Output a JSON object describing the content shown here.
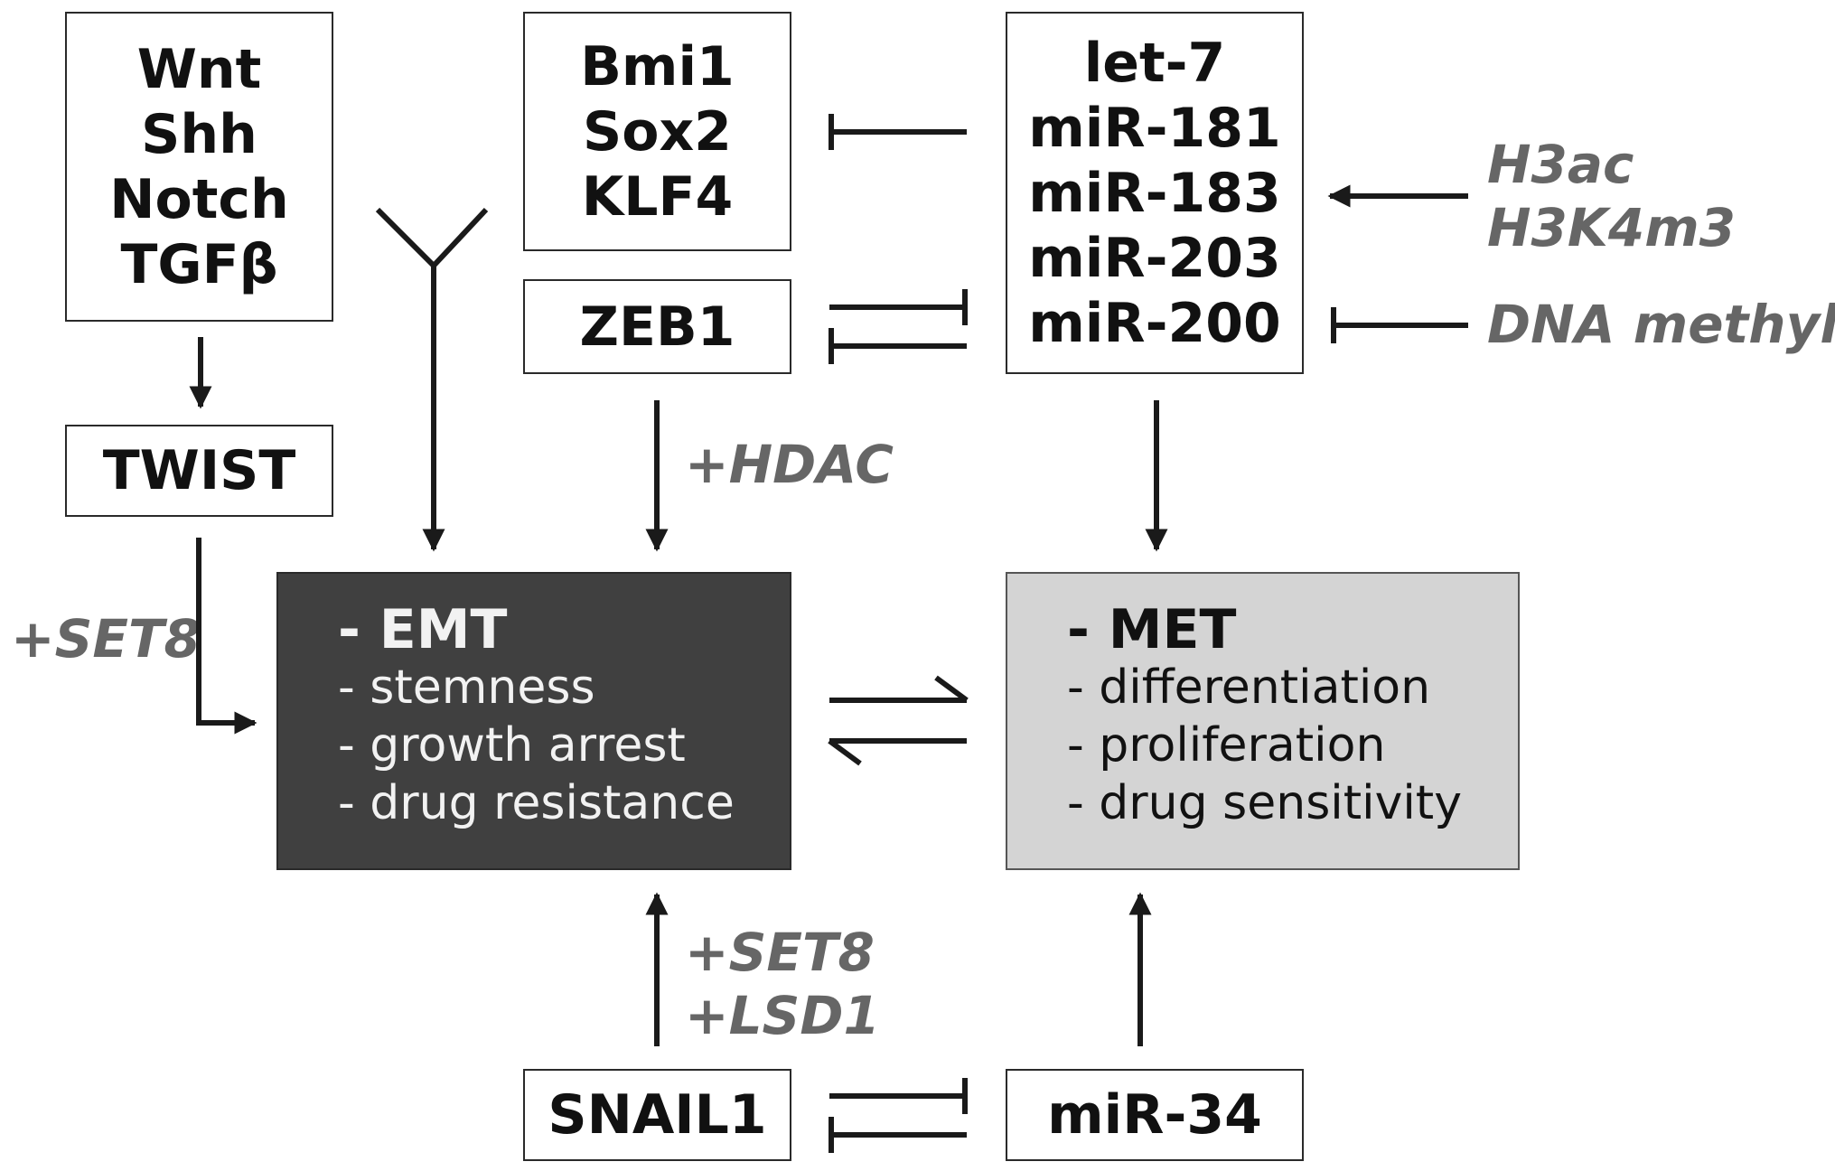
{
  "nodes": {
    "signals": [
      "Wnt",
      "Shh",
      "Notch",
      "TGFβ"
    ],
    "reprogramming": [
      "Bmi1",
      "Sox2",
      "KLF4"
    ],
    "mirna_cluster": [
      "let-7",
      "miR-181",
      "miR-183",
      "miR-203",
      "miR-200"
    ],
    "zeb1": "ZEB1",
    "twist": "TWIST",
    "snail1": "SNAIL1",
    "mir34": "miR-34"
  },
  "states": {
    "emt": {
      "head": "- EMT",
      "items": [
        "- stemness",
        "- growth arrest",
        "- drug resistance"
      ]
    },
    "met": {
      "head": "- MET",
      "items": [
        "- differentiation",
        "- proliferation",
        "- drug sensitivity"
      ]
    }
  },
  "modifiers": {
    "h3ac": "H3ac",
    "h3k4m3": "H3K4m3",
    "dna_methyl": "DNA methyl.",
    "hdac": "+HDAC",
    "set8_left": "+SET8",
    "set8_bottom": "+SET8",
    "lsd1": "+LSD1"
  },
  "colors": {
    "emt_fill": "#404040",
    "met_fill": "#d4d4d4",
    "modifier_text": "#666666",
    "edge": "#1a1a1a"
  }
}
